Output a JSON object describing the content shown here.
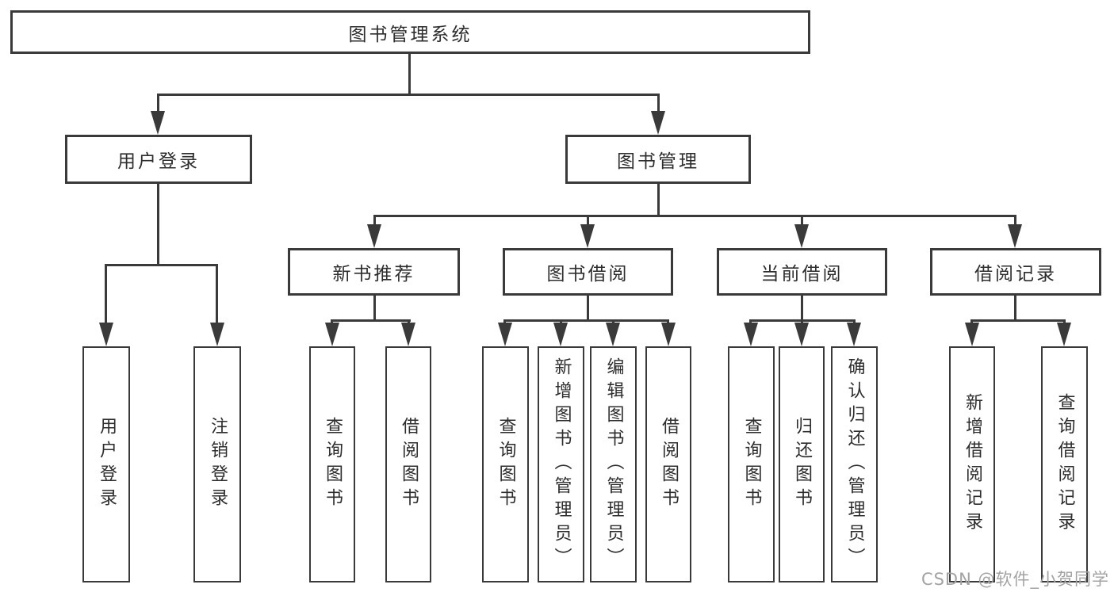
{
  "diagram_title": "图书管理系统",
  "tree": {
    "label": "图书管理系统",
    "children": [
      {
        "label": "用户登录",
        "children": [
          {
            "label": "用户登录"
          },
          {
            "label": "注销登录"
          }
        ]
      },
      {
        "label": "图书管理",
        "children": [
          {
            "label": "新书推荐",
            "children": [
              {
                "label": "查询图书"
              },
              {
                "label": "借阅图书"
              }
            ]
          },
          {
            "label": "图书借阅",
            "children": [
              {
                "label": "查询图书"
              },
              {
                "label": "新增图书（管理员）"
              },
              {
                "label": "编辑图书（管理员）"
              },
              {
                "label": "借阅图书"
              }
            ]
          },
          {
            "label": "当前借阅",
            "children": [
              {
                "label": "查询图书"
              },
              {
                "label": "归还图书"
              },
              {
                "label": "确认归还（管理员）"
              }
            ]
          },
          {
            "label": "借阅记录",
            "children": [
              {
                "label": "新增借阅记录"
              },
              {
                "label": "查询借阅记录"
              }
            ]
          }
        ]
      }
    ]
  },
  "watermark": {
    "text": "CSDN @软件_小贺同学"
  },
  "colors": {
    "line": "#3a3a3a",
    "text": "#2d2d2d",
    "background": "#ffffff",
    "watermark": "#a3a3a3"
  }
}
